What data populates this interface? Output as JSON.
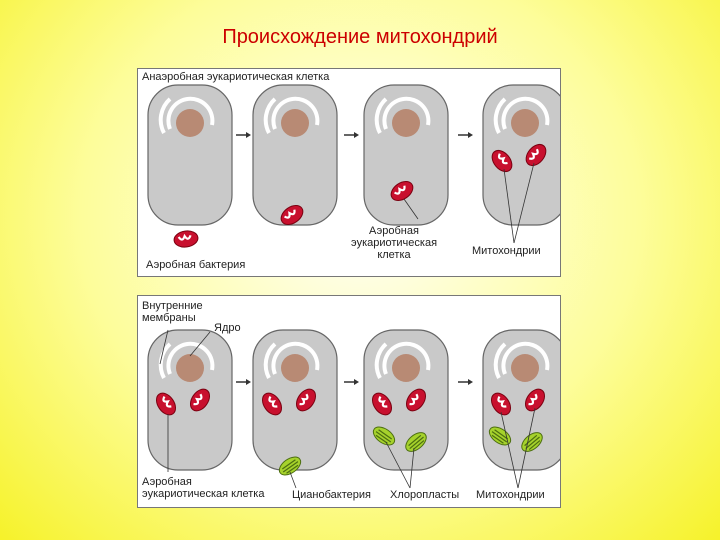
{
  "title": "Происхождение митохондрий",
  "top_panel": {
    "heading": "Анаэробная эукариотическая клетка",
    "aerobic_bacterium": "Аэробная бактерия",
    "aerobic_cell_line1": "Аэробная",
    "aerobic_cell_line2": "эукариотическая",
    "aerobic_cell_line3": "клетка",
    "mitochondria": "Митохондрии"
  },
  "bottom_panel": {
    "inner_membranes_line1": "Внутренние",
    "inner_membranes_line2": "мембраны",
    "nucleus": "Ядро",
    "aerobic_cell_line1": "Аэробная",
    "aerobic_cell_line2": "эукариотическая клетка",
    "cyanobacterium": "Цианобактерия",
    "chloroplasts": "Хлоропласты",
    "mitochondria": "Митохондрии"
  },
  "colors": {
    "title": "#cc0000",
    "cell_fill": "#c9c9c9",
    "nucleus": "#b88a74",
    "mitochondrion": "#c8102e",
    "chloroplast": "#a6d22c"
  },
  "icons": [
    "arrow-right-icon"
  ]
}
